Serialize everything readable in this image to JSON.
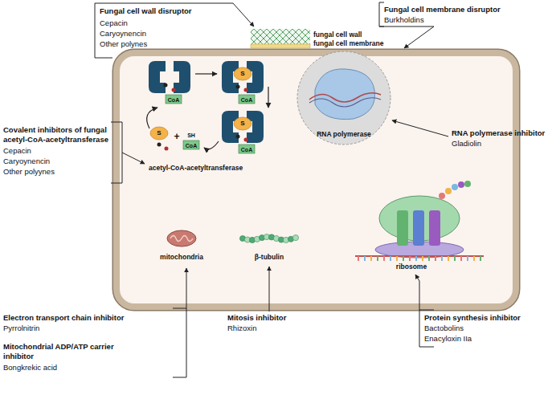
{
  "diagram": {
    "labels": [
      "Fungal cell wall disruptor",
      "Cepacin",
      "Caryoynencin",
      "Other polynes",
      "Fungal cell membrane disruptor",
      "Burkholdins",
      "fungal cell wall",
      "fungal cell membrane",
      "Covalent inhibitors of fungal acetyl-CoA-acetyltransferase",
      "Cepacin",
      "Caryoynencin",
      "Other polyynes",
      "RNA polymerase inhibitor",
      "Gladiolin",
      "RNA polymerase",
      "acetyl-CoA-acetyltransferase",
      "CoA",
      "S",
      "CoA",
      "S",
      "CoA",
      "S",
      "+",
      "SH",
      "CoA",
      "mitochondria",
      "β-tubulin",
      "ribosome",
      "Electron transport chain inhibitor",
      "Pyrrolnitrin",
      "Mitochondrial ADP/ATP carrier inhibitor",
      "Bongkrekic acid",
      "Mitosis inhibitor",
      "Rhizoxin",
      "Protein synthesis inhibitor",
      "Bactobolins",
      "Enacyloxin IIa"
    ]
  }
}
